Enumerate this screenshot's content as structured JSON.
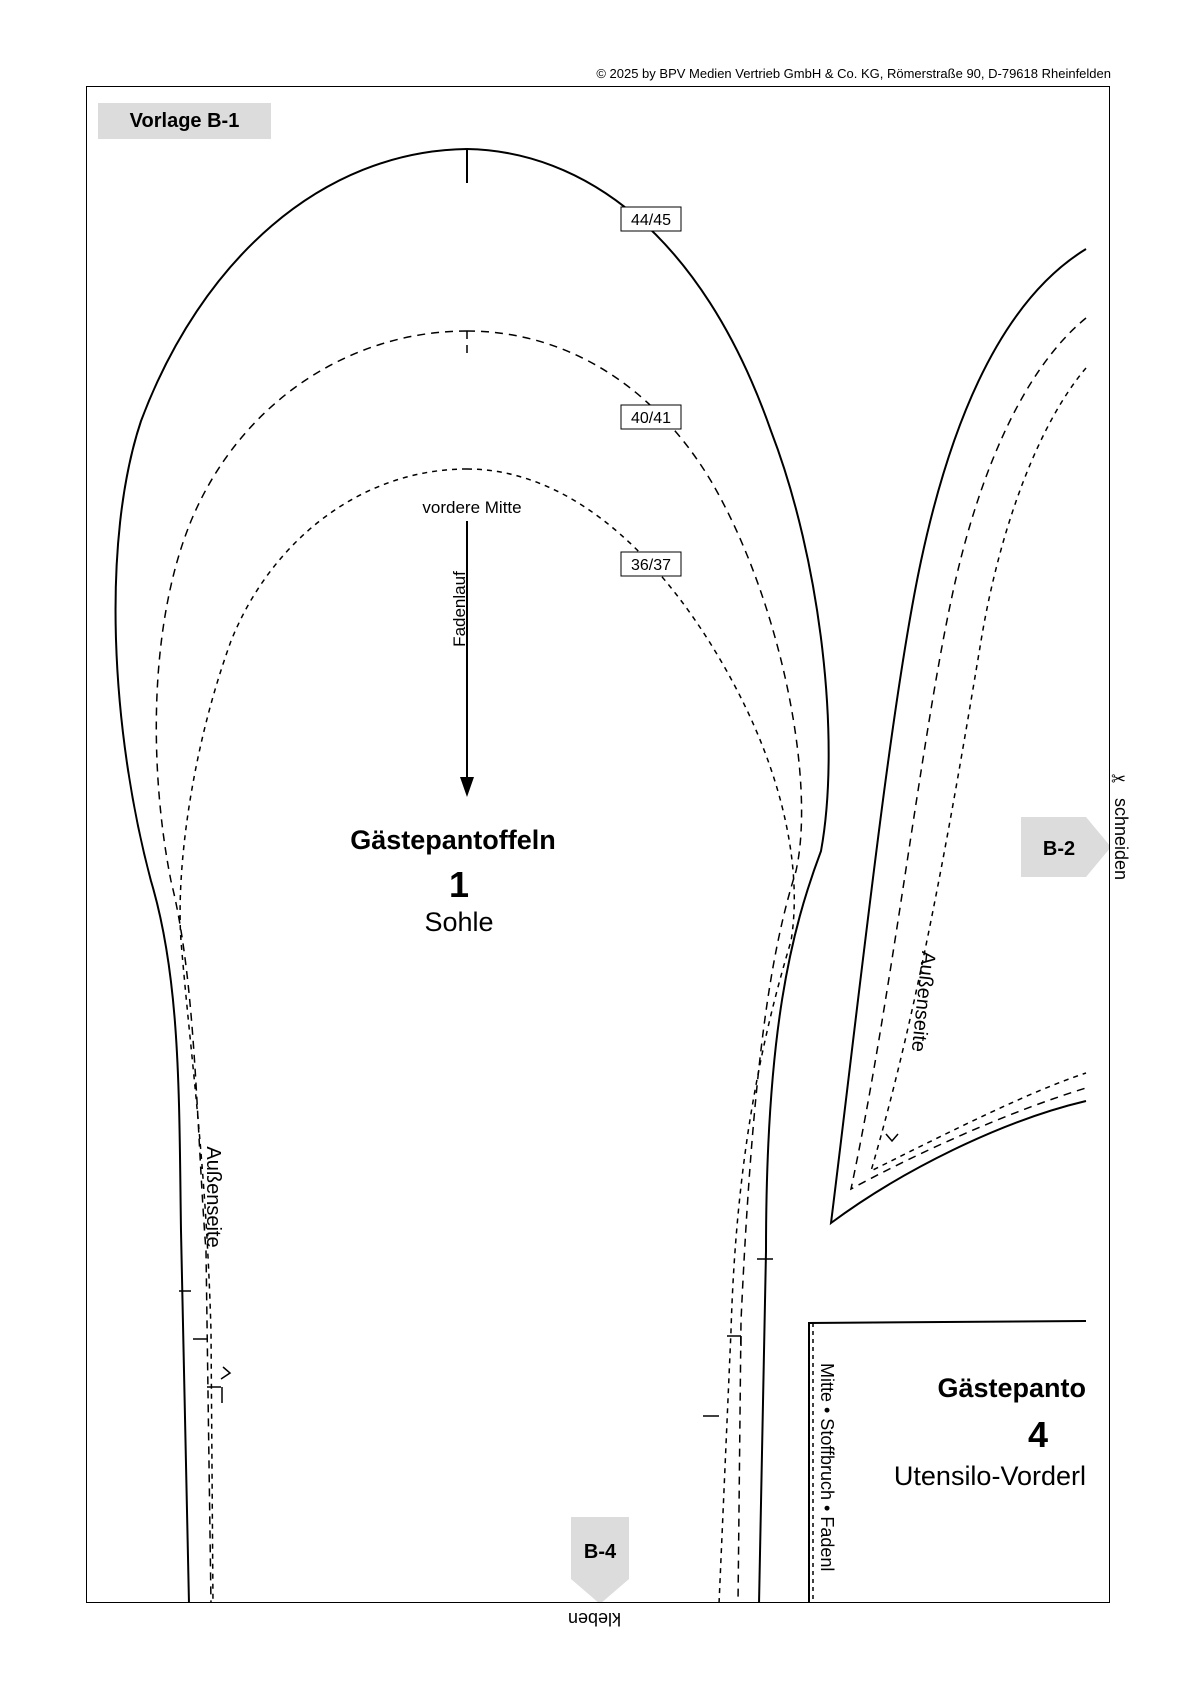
{
  "copyright": "© 2025 by BPV Medien Vertrieb GmbH & Co. KG, Römerstraße 90, D-79618 Rheinfelden",
  "template_label": "Vorlage B-1",
  "piece_sole": {
    "title": "Gästepantoffeln",
    "number": "1",
    "name": "Sohle",
    "center_label": "vordere Mitte",
    "grain_label": "Fadenlauf",
    "side_label": "Außenseite",
    "sizes": [
      "44/45",
      "40/41",
      "36/37"
    ]
  },
  "piece_upper": {
    "side_label": "Außenseite"
  },
  "piece_utensil": {
    "title": "Gästepanto",
    "number": "4",
    "name": "Utensilo-Vorderl",
    "fold_label": "Mitte • Stoffbruch • Fadenl"
  },
  "markers": {
    "right": "B-2",
    "bottom": "B-4"
  },
  "edge_labels": {
    "cut": "schneiden",
    "glue": "kleben"
  },
  "icons": {
    "scissors": "scissors-icon",
    "notch": "notch-icon"
  },
  "colors": {
    "line": "#000000",
    "label_bg": "#dcdcdc"
  }
}
